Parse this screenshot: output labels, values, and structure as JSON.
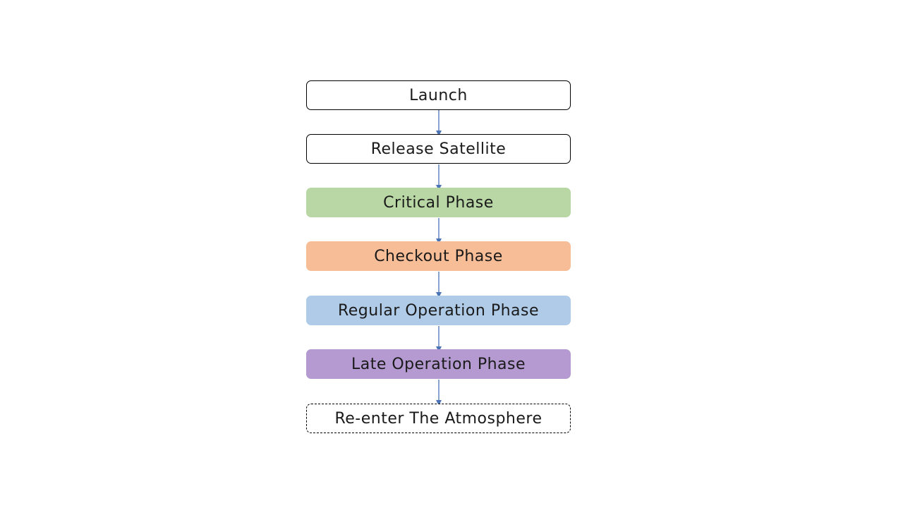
{
  "flow": {
    "steps": [
      {
        "label": "Launch",
        "style": "outline",
        "fill": "#ffffff"
      },
      {
        "label": "Release Satellite",
        "style": "outline",
        "fill": "#ffffff"
      },
      {
        "label": "Critical Phase",
        "style": "filled",
        "fill": "#b9d7a5"
      },
      {
        "label": "Checkout Phase",
        "style": "filled",
        "fill": "#f6bd97"
      },
      {
        "label": "Regular Operation Phase",
        "style": "filled",
        "fill": "#afcbe8"
      },
      {
        "label": "Late Operation Phase",
        "style": "filled",
        "fill": "#b49ad0"
      },
      {
        "label": "Re-enter The Atmosphere",
        "style": "dashed",
        "fill": "#ffffff"
      }
    ],
    "arrow_color": "#4a74b5"
  }
}
